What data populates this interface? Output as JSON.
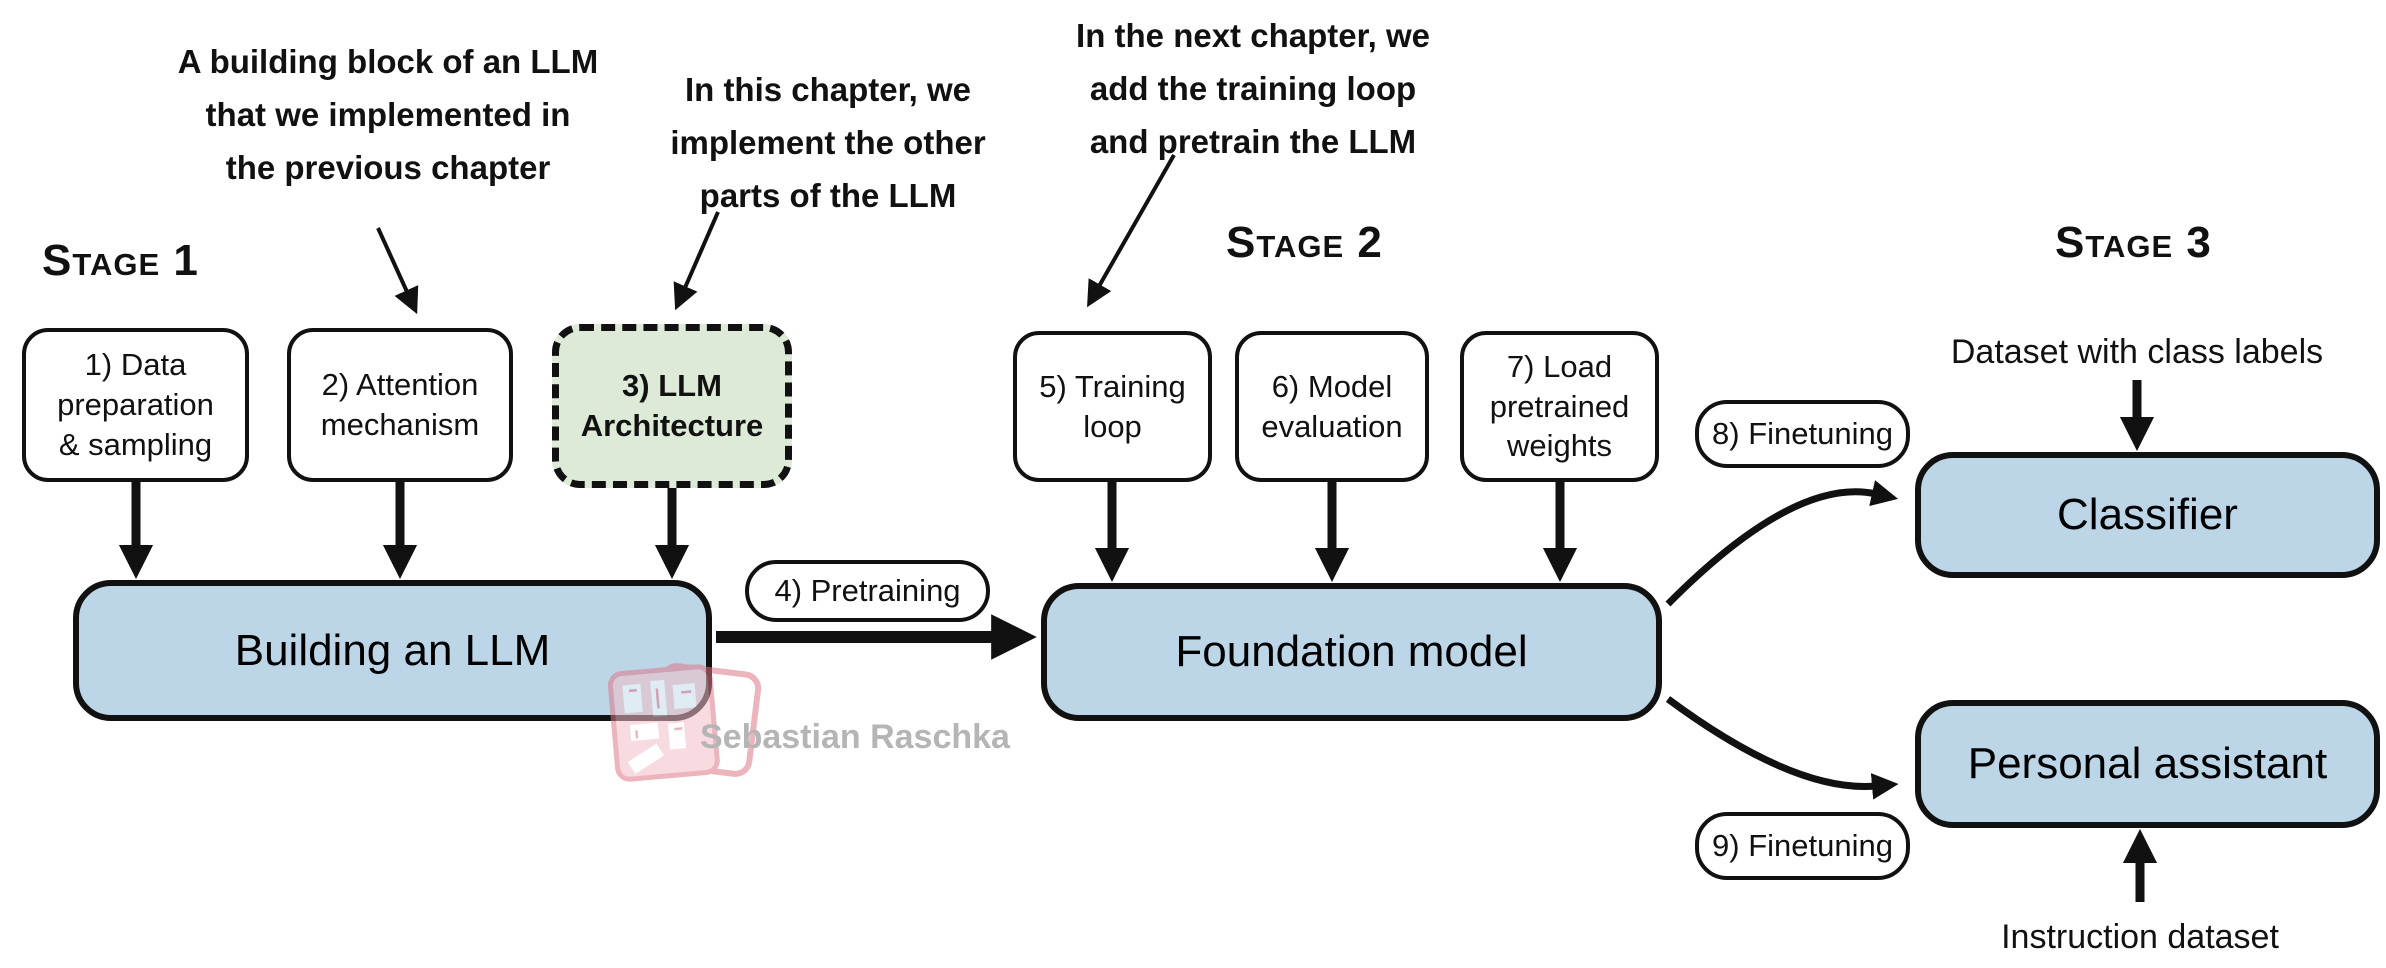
{
  "stage_labels": {
    "stage1": "Stage 1",
    "stage2": "Stage 2",
    "stage3": "Stage 3"
  },
  "annotations": {
    "attention_note": "A building block of an LLM\nthat we implemented in\nthe previous chapter",
    "architecture_note": "In this chapter, we\nimplement the other\nparts of the LLM",
    "training_note": "In the next chapter, we\nadd the training loop\nand pretrain the LLM"
  },
  "step_boxes": {
    "data_prep": "1) Data\npreparation\n& sampling",
    "attention": "2) Attention\nmechanism",
    "llm_architecture": "3) LLM\nArchitecture",
    "pretraining": "4) Pretraining",
    "training_loop": "5) Training\nloop",
    "model_eval": "6) Model\nevaluation",
    "load_weights": "7) Load\npretrained\nweights",
    "finetune_classifier": "8) Finetuning",
    "finetune_assistant": "9) Finetuning"
  },
  "main_boxes": {
    "building": "Building an LLM",
    "foundation": "Foundation model",
    "classifier": "Classifier",
    "assistant": "Personal assistant"
  },
  "io_labels": {
    "class_dataset": "Dataset with class labels",
    "instruction_dataset": "Instruction dataset"
  },
  "watermark": {
    "author": "Sebastian Raschka"
  },
  "colors": {
    "box_blue": "#bcd6e8",
    "box_green": "#dcead7",
    "border_black": "#111111",
    "watermark_gray": "#b5b5b5",
    "watermark_pink": "#dd7788"
  }
}
